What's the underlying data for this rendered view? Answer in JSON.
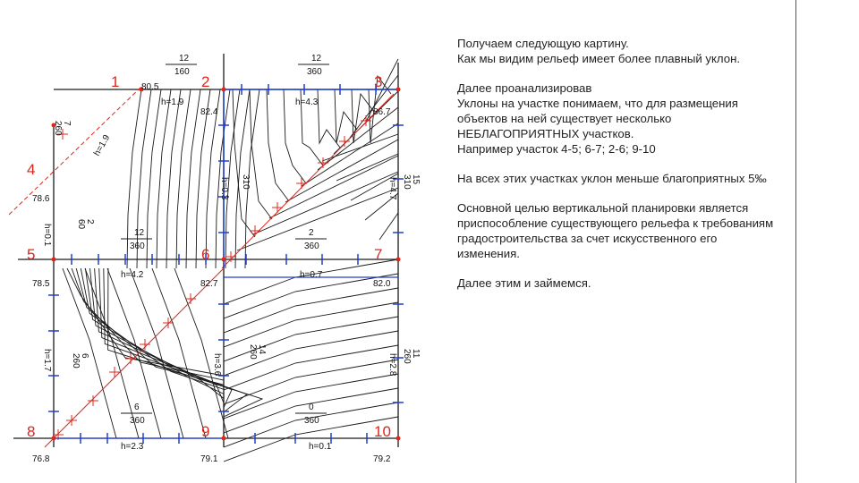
{
  "slide": {
    "paragraphs": [
      "Получаем следующую картину.\nКак мы видим  рельеф имеет более плавный уклон.",
      "Далее проанализировав\nУклоны на участке понимаем, что для размещения объектов на ней существует несколько НЕБЛАГОПРИЯТНЫХ участков.\nНапример участок 4-5; 6-7; 2-6; 9-10",
      "На всех этих участках уклон меньше благоприятных 5‰",
      "Основной целью вертикальной планировки является приспособление существующего рельефа к требованиям градостроительства за счет искусственного его изменения.",
      "Далее этим и займемся."
    ]
  },
  "diagram": {
    "point_labels": [
      "1",
      "2",
      "3",
      "4",
      "5",
      "6",
      "7",
      "8",
      "9",
      "10"
    ],
    "elevations": [
      "80.5",
      "82.4",
      "86.7",
      "78.6",
      "78.5",
      "82.7",
      "82.0",
      "76.8",
      "79.1",
      "79.2"
    ],
    "top_annotations": [
      {
        "num": "12",
        "len": "160"
      },
      {
        "num": "12",
        "len": "360"
      }
    ],
    "mid_annotations": [
      {
        "num": "12",
        "len": "360"
      },
      {
        "num": "2",
        "len": "360"
      }
    ],
    "bottom_annotations": [
      {
        "num": "6",
        "len": "360"
      },
      {
        "num": "0",
        "len": "360"
      }
    ],
    "heights": [
      "h=1.9",
      "h=4.3",
      "h=4.2",
      "h=0.7",
      "h=2.3",
      "h=0.1",
      "h=0.3",
      "h=4.7",
      "h=0.1",
      "h=3.6",
      "h=1.7",
      "h=2.8",
      "h=1.9"
    ],
    "vertical_annotations": [
      {
        "num": "2",
        "len": "60"
      },
      {
        "num": "310"
      },
      {
        "num": "15",
        "len": "310"
      },
      {
        "num": "14",
        "len": "260"
      },
      {
        "num": "6",
        "len": "260"
      },
      {
        "num": "11",
        "len": "260"
      },
      {
        "num": "7",
        "len": "260"
      }
    ],
    "colors": {
      "red": "#e0251b",
      "blue": "#1f3fd1",
      "line": "#1a1a1a"
    }
  }
}
